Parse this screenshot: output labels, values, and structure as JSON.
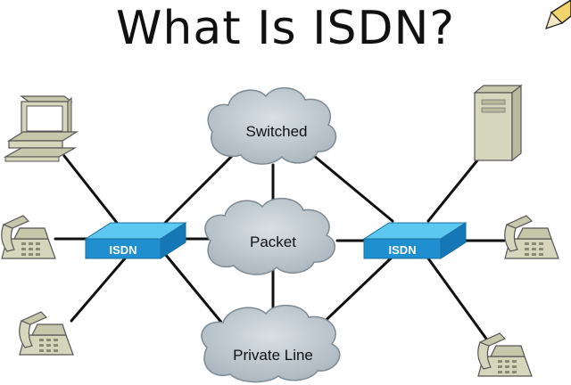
{
  "slide": {
    "title": "What Is ISDN?"
  },
  "network": {
    "switches": [
      {
        "id": "left",
        "label": "ISDN"
      },
      {
        "id": "right",
        "label": "ISDN"
      }
    ],
    "clouds": [
      {
        "id": "switched",
        "label": "Switched"
      },
      {
        "id": "packet",
        "label": "Packet"
      },
      {
        "id": "private-line",
        "label": "Private Line"
      }
    ],
    "devices": {
      "left": [
        "computer-icon",
        "telephone-icon",
        "telephone-icon"
      ],
      "right": [
        "server-icon",
        "telephone-icon",
        "telephone-icon"
      ]
    }
  },
  "colors": {
    "switch_top": "#5cc8f0",
    "switch_front": "#1f8fd0",
    "cloud_fill": "#b9c4cc",
    "device_fill": "#d6d6bd",
    "link": "#111111"
  }
}
